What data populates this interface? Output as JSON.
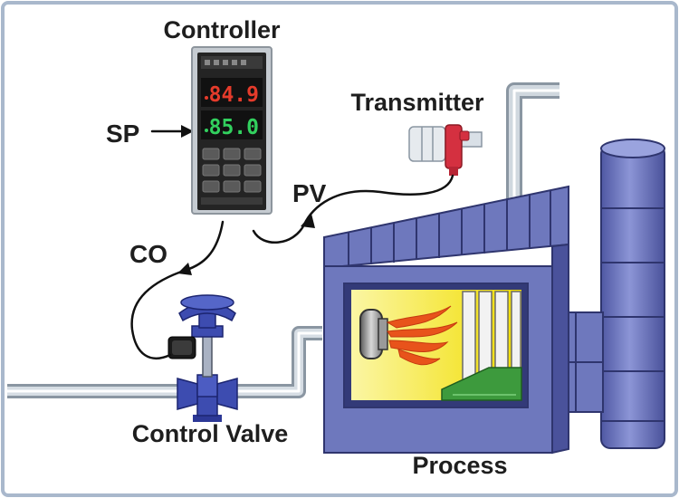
{
  "labels": {
    "controller": "Controller",
    "transmitter": "Transmitter",
    "sp": "SP",
    "pv": "PV",
    "co": "CO",
    "control_valve": "Control Valve",
    "process": "Process"
  },
  "controller_display": {
    "pv_value": "84.9",
    "sp_value": "85.0"
  },
  "colors": {
    "outer_border": "#a9b8cc",
    "process_blue": "#6e78bd",
    "process_dark": "#3c437f",
    "pipe": "#b9c2cc",
    "display_red": "#e53b2b",
    "display_green": "#32d05e",
    "transmitter_red": "#d43040",
    "furnace_yellow": "#f4e500",
    "green_base": "#3d9a3d"
  }
}
